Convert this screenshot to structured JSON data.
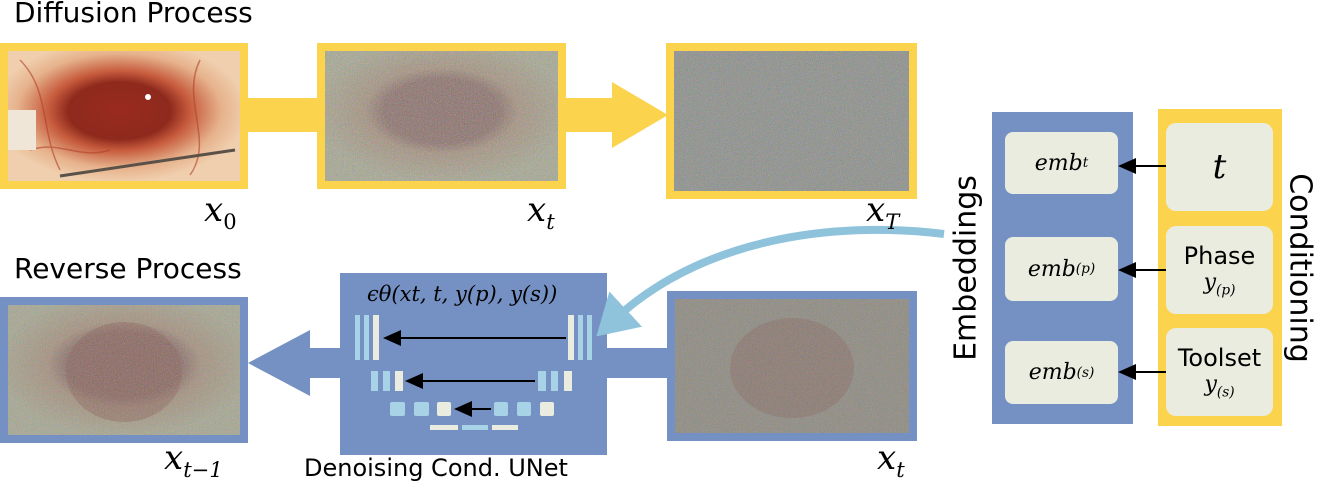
{
  "diffusion": {
    "title": "Diffusion Process",
    "x0_label": "x",
    "x0_sub": "0",
    "xt_label": "x",
    "xt_sub": "t",
    "xT_label": "x",
    "xT_sub": "T"
  },
  "reverse": {
    "title": "Reverse Process",
    "xtm1_label": "x",
    "xtm1_sub": "t−1",
    "xt_label": "x",
    "xt_sub": "t",
    "unet_formula": "ϵθ(xt, t, y(p), y(s))",
    "unet_caption": "Denoising Cond. UNet"
  },
  "embeddings": {
    "title": "Embeddings",
    "items": [
      {
        "base": "emb",
        "sub": "t"
      },
      {
        "base": "emb",
        "sub": "(p)"
      },
      {
        "base": "emb",
        "sub": "(s)"
      }
    ]
  },
  "conditioning": {
    "title": "Conditioning",
    "items": [
      {
        "name": "",
        "symbol": "t",
        "sub": ""
      },
      {
        "name": "Phase",
        "symbol": "y",
        "sub": "(p)"
      },
      {
        "name": "Toolset",
        "symbol": "y",
        "sub": "(s)"
      }
    ]
  },
  "colors": {
    "yellow": "#fcd34d",
    "blue": "#7591c4",
    "light_blue_arrow": "#8fc3dc",
    "box_fill": "#e9ecde"
  }
}
